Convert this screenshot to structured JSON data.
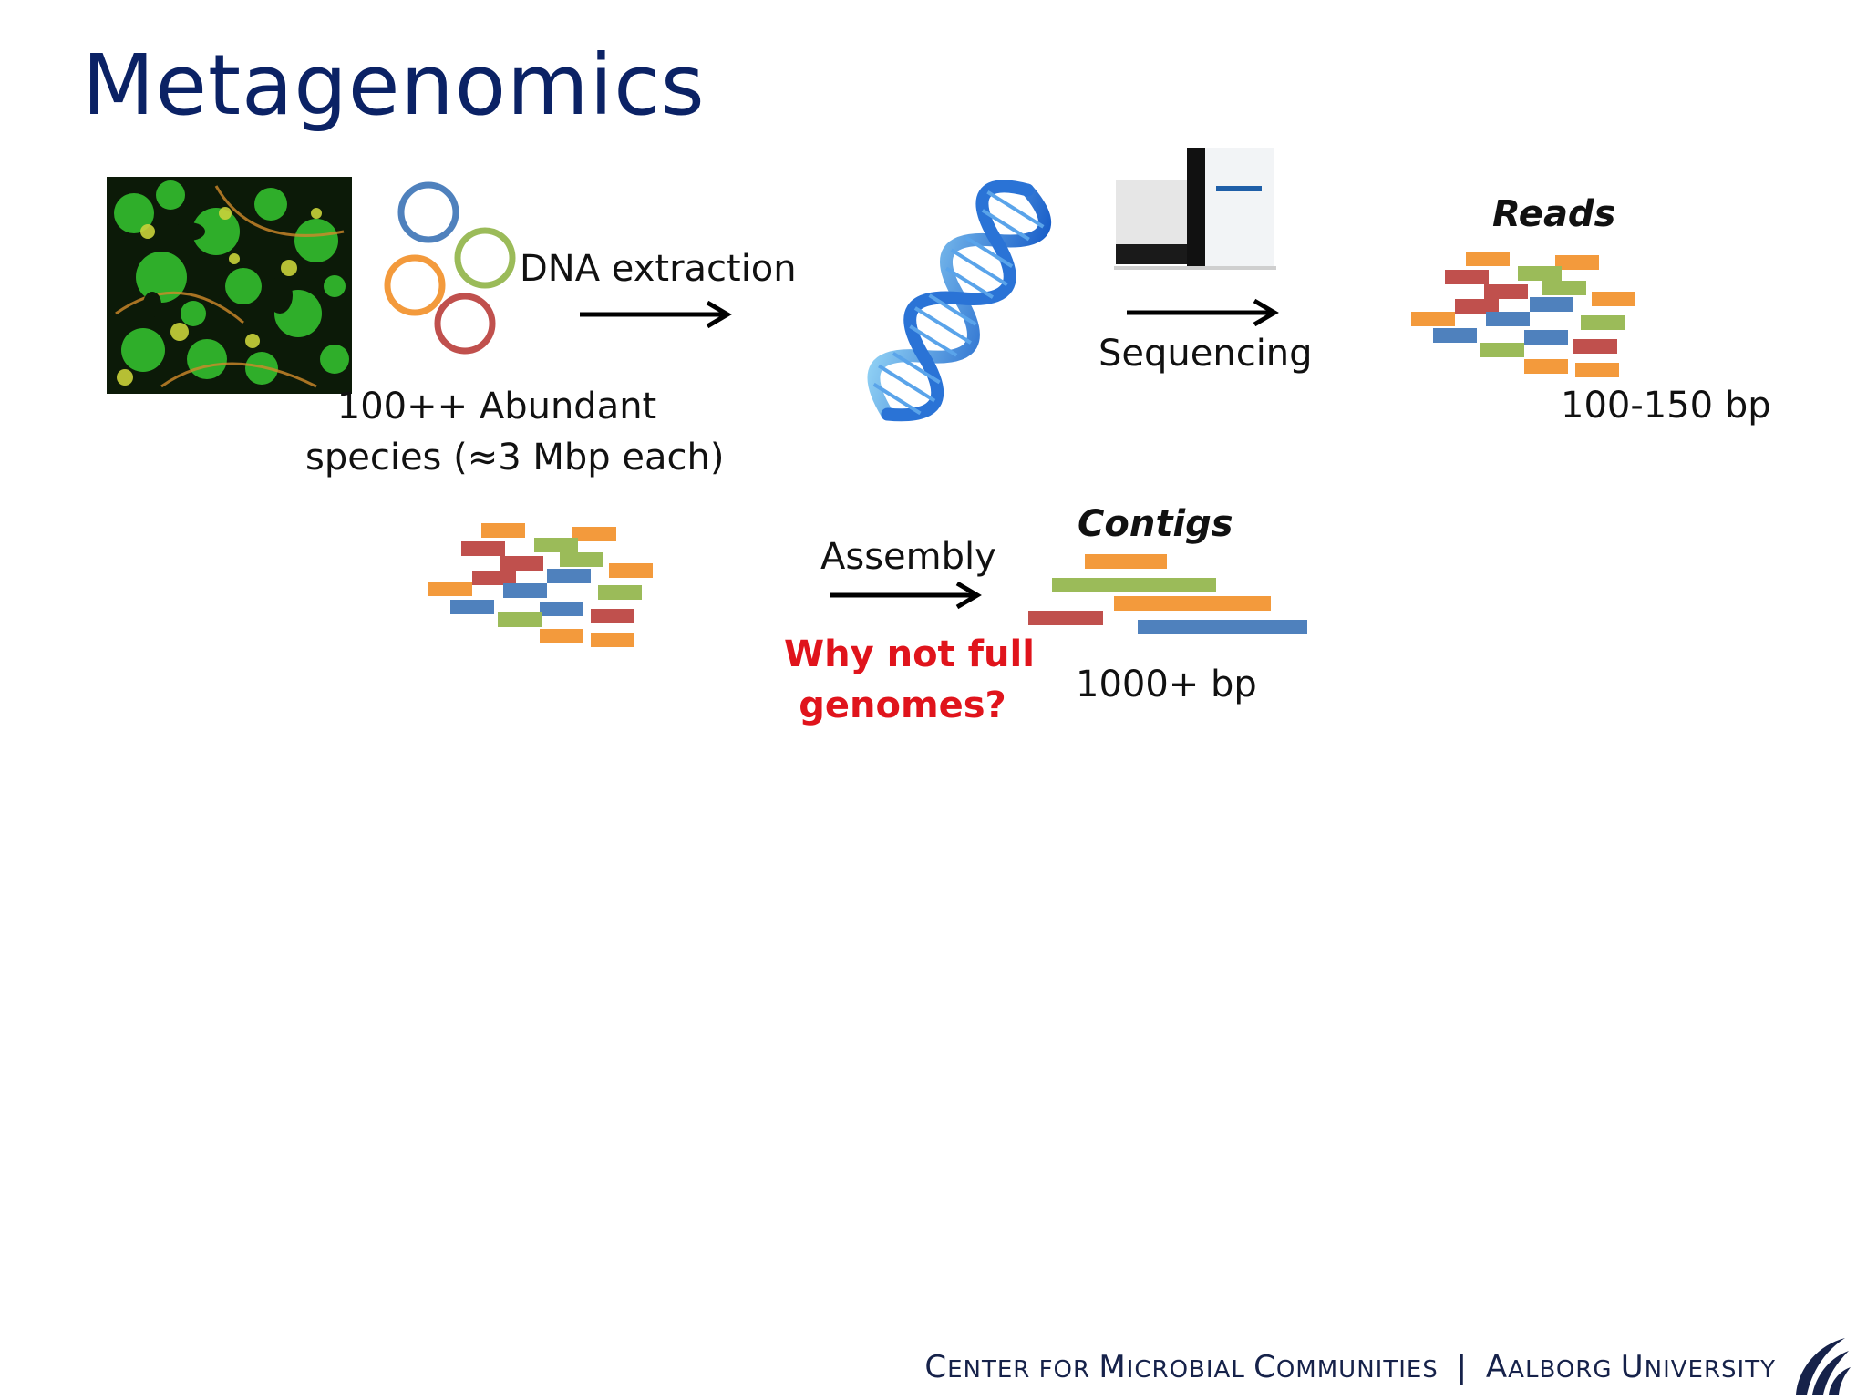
{
  "slide": {
    "title": "Metagenomics",
    "steps": {
      "extraction_label": "DNA extraction",
      "species_line1": "100++ Abundant",
      "species_line2": "species (≈3 Mbp each)",
      "sequencing_label": "Sequencing",
      "reads_label": "Reads",
      "reads_length": "100-150 bp",
      "assembly_label": "Assembly",
      "question_line1": "Why not full",
      "question_line2": "genomes?",
      "contigs_label": "Contigs",
      "contigs_length": "1000+ bp"
    },
    "footer": {
      "part1_initial": "C",
      "part1_rest": "ENTER FOR ",
      "part2_initial": "M",
      "part2_rest": "ICROBIAL ",
      "part3_initial": "C",
      "part3_rest": "OMMUNITIES",
      "separator": "|",
      "part4_initial": "A",
      "part4_rest": "ALBORG ",
      "part5_initial": "U",
      "part5_rest": "NIVERSITY"
    }
  },
  "colors": {
    "title": "#0b2265",
    "orange": "#f39a3c",
    "red": "#c0504d",
    "green": "#9bbb59",
    "blue": "#4f81bd",
    "question": "#e0141c"
  }
}
